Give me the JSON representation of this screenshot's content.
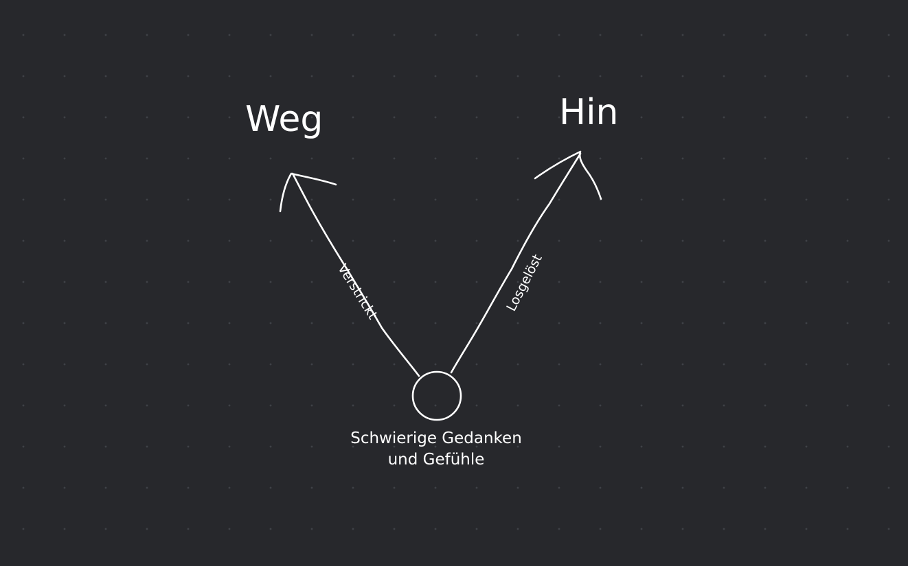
{
  "diagram": {
    "left_target": "Weg",
    "right_target": "Hin",
    "left_arrow_label": "Verstrickt",
    "right_arrow_label": "Losgelöst",
    "origin_label_line1": "Schwierige Gedanken",
    "origin_label_line2": "und Gefühle",
    "colors": {
      "background": "#27282c",
      "grid_dots": "#3f4147",
      "ink": "#ffffff"
    }
  }
}
